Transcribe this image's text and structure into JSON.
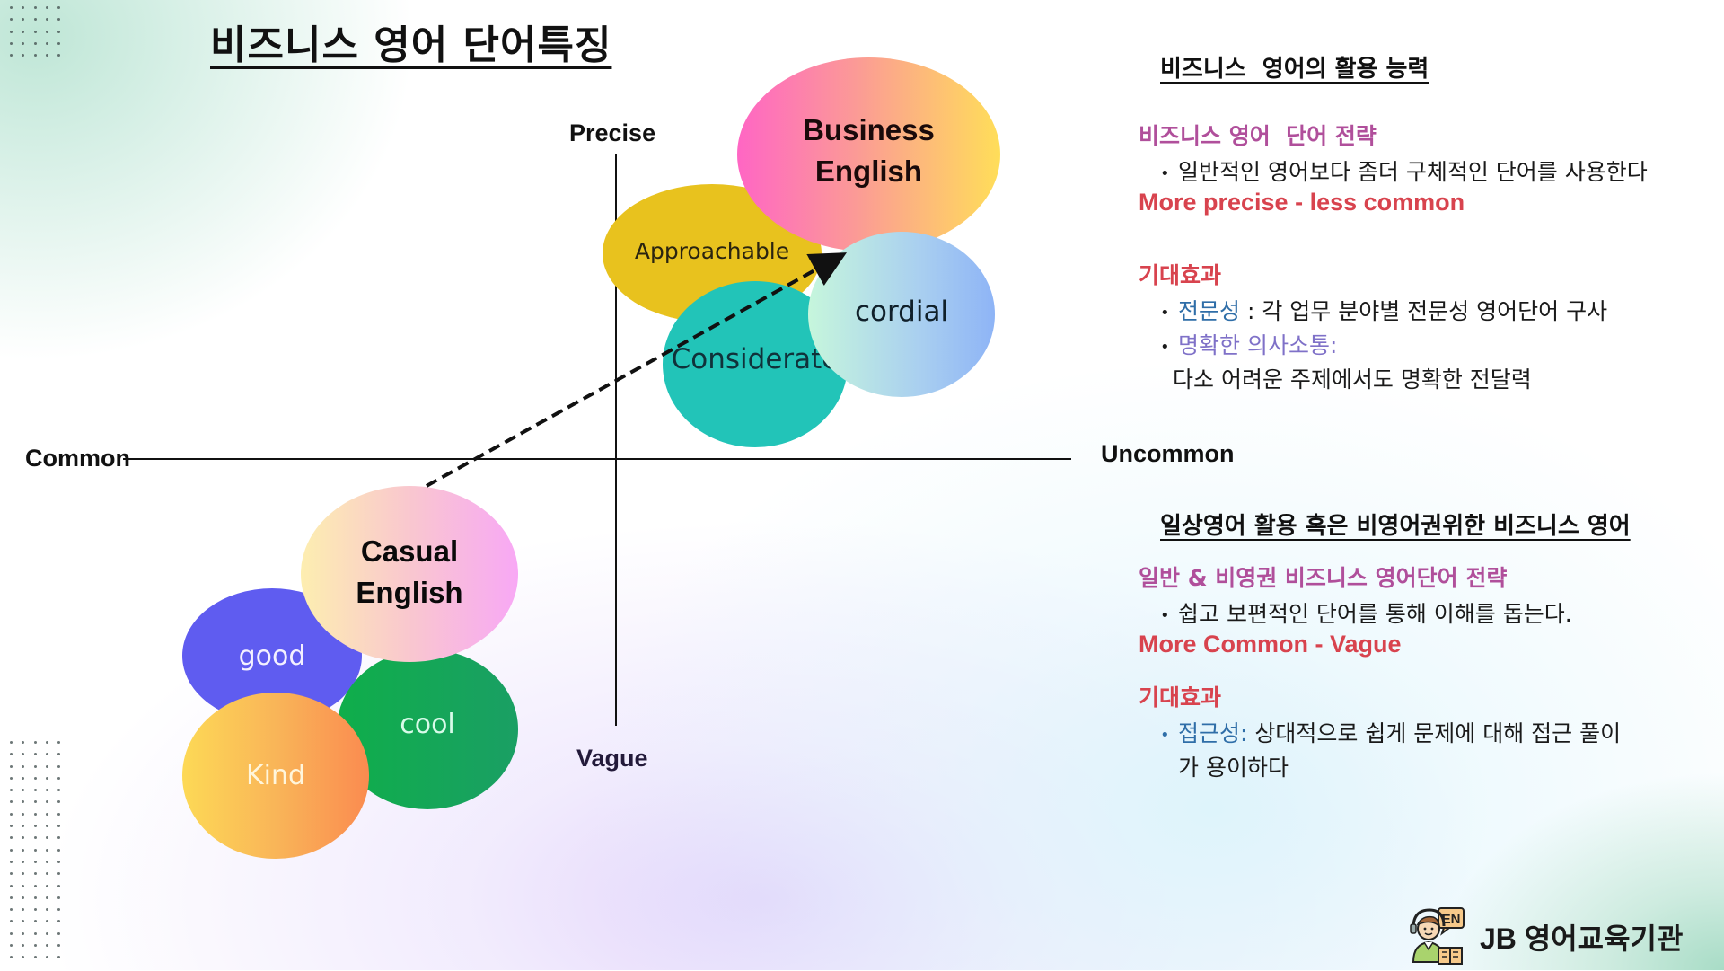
{
  "slide": {
    "title": "비즈니스 영어 단어특징"
  },
  "diagram": {
    "axes": {
      "top": "Precise",
      "bottom": "Vague",
      "left": "Common",
      "right": "Uncommon"
    },
    "bubbles": {
      "business": {
        "line1": "Business",
        "line2": "English",
        "gradient": [
          "#ff66c4",
          "#ffde59"
        ]
      },
      "approachable": {
        "label": "Approachable",
        "color": "#e8c21e"
      },
      "considerate": {
        "label": "Considerate",
        "color": "#22c4b8"
      },
      "cordial": {
        "label": "cordial",
        "gradient": [
          "#c6f6dc",
          "#8eb4f6"
        ]
      },
      "casual": {
        "line1": "Casual",
        "line2": "English",
        "gradient": [
          "#fdeeb0",
          "#f8a8f5"
        ]
      },
      "good": {
        "label": "good",
        "color": "#5f5cf0"
      },
      "cool": {
        "label": "cool",
        "color": "#12a356"
      },
      "kind": {
        "label": "Kind",
        "gradient": [
          "#fdd956",
          "#fa8b50"
        ]
      }
    },
    "arrow": {
      "from": "Casual English",
      "to": "Business English",
      "style": "dashed"
    }
  },
  "panel_business": {
    "heading": "비즈니스  영어의 활용 능력",
    "strategy_title": "비즈니스 영어  단어 전략",
    "strategy_bullet": "일반적인 영어보다 좀더 구체적인 단어를 사용한다",
    "tagline": "More precise - less common",
    "effects_title": "기대효과",
    "effect1_key": "전문성",
    "effect1_text": " : 각 업무 분야별 전문성 영어단어 구사",
    "effect2_key": "명확한 의사소통:",
    "effect2_text": "다소 어려운 주제에서도 명확한 전달력"
  },
  "panel_casual": {
    "heading": "일상영어 활용 혹은 비영어권위한 비즈니스 영어",
    "strategy_title": "일반 & 비영권 비즈니스 영어단어 전략",
    "strategy_bullet": "쉽고 보편적인 단어를 통해 이해를 돕는다.",
    "tagline": "More Common - Vague",
    "effects_title": "기대효과",
    "effect1_key": "접근성:",
    "effect1_text": " 상대적으로 쉽게 문제에 대해 접근 풀이",
    "effect1_text_cont": "가 용이하다"
  },
  "brand": {
    "name": "JB 영어교육기관",
    "badge": "EN"
  },
  "colors": {
    "purple_heading": "#b04f9b",
    "red_heading": "#d8434e",
    "blue_key": "#2f6ea8",
    "lavender_key": "#7f71c8"
  }
}
